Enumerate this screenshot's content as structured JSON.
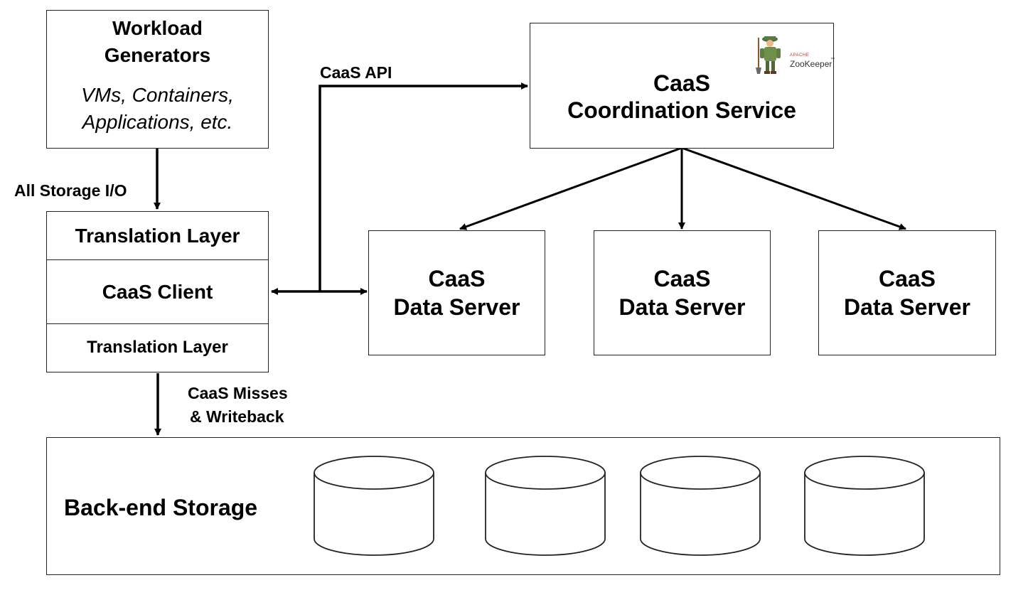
{
  "workload": {
    "title_line1": "Workload",
    "title_line2": "Generators",
    "sub_line1": "VMs, Containers,",
    "sub_line2": "Applications, etc."
  },
  "labels": {
    "all_storage_io": "All Storage I/O",
    "caas_api": "CaaS API",
    "misses_line1": "CaaS Misses",
    "misses_line2": "& Writeback"
  },
  "client_stack": {
    "top": "Translation Layer",
    "middle": "CaaS Client",
    "bottom": "Translation Layer"
  },
  "coordination": {
    "line1": "CaaS",
    "line2": "Coordination Service",
    "logo_small": "APACHE",
    "logo_name": "ZooKeeper",
    "logo_tm": "™"
  },
  "data_servers": [
    {
      "line1": "CaaS",
      "line2": "Data Server"
    },
    {
      "line1": "CaaS",
      "line2": "Data Server"
    },
    {
      "line1": "CaaS",
      "line2": "Data Server"
    }
  ],
  "backend": {
    "label": "Back-end Storage",
    "disk_count": 4
  }
}
